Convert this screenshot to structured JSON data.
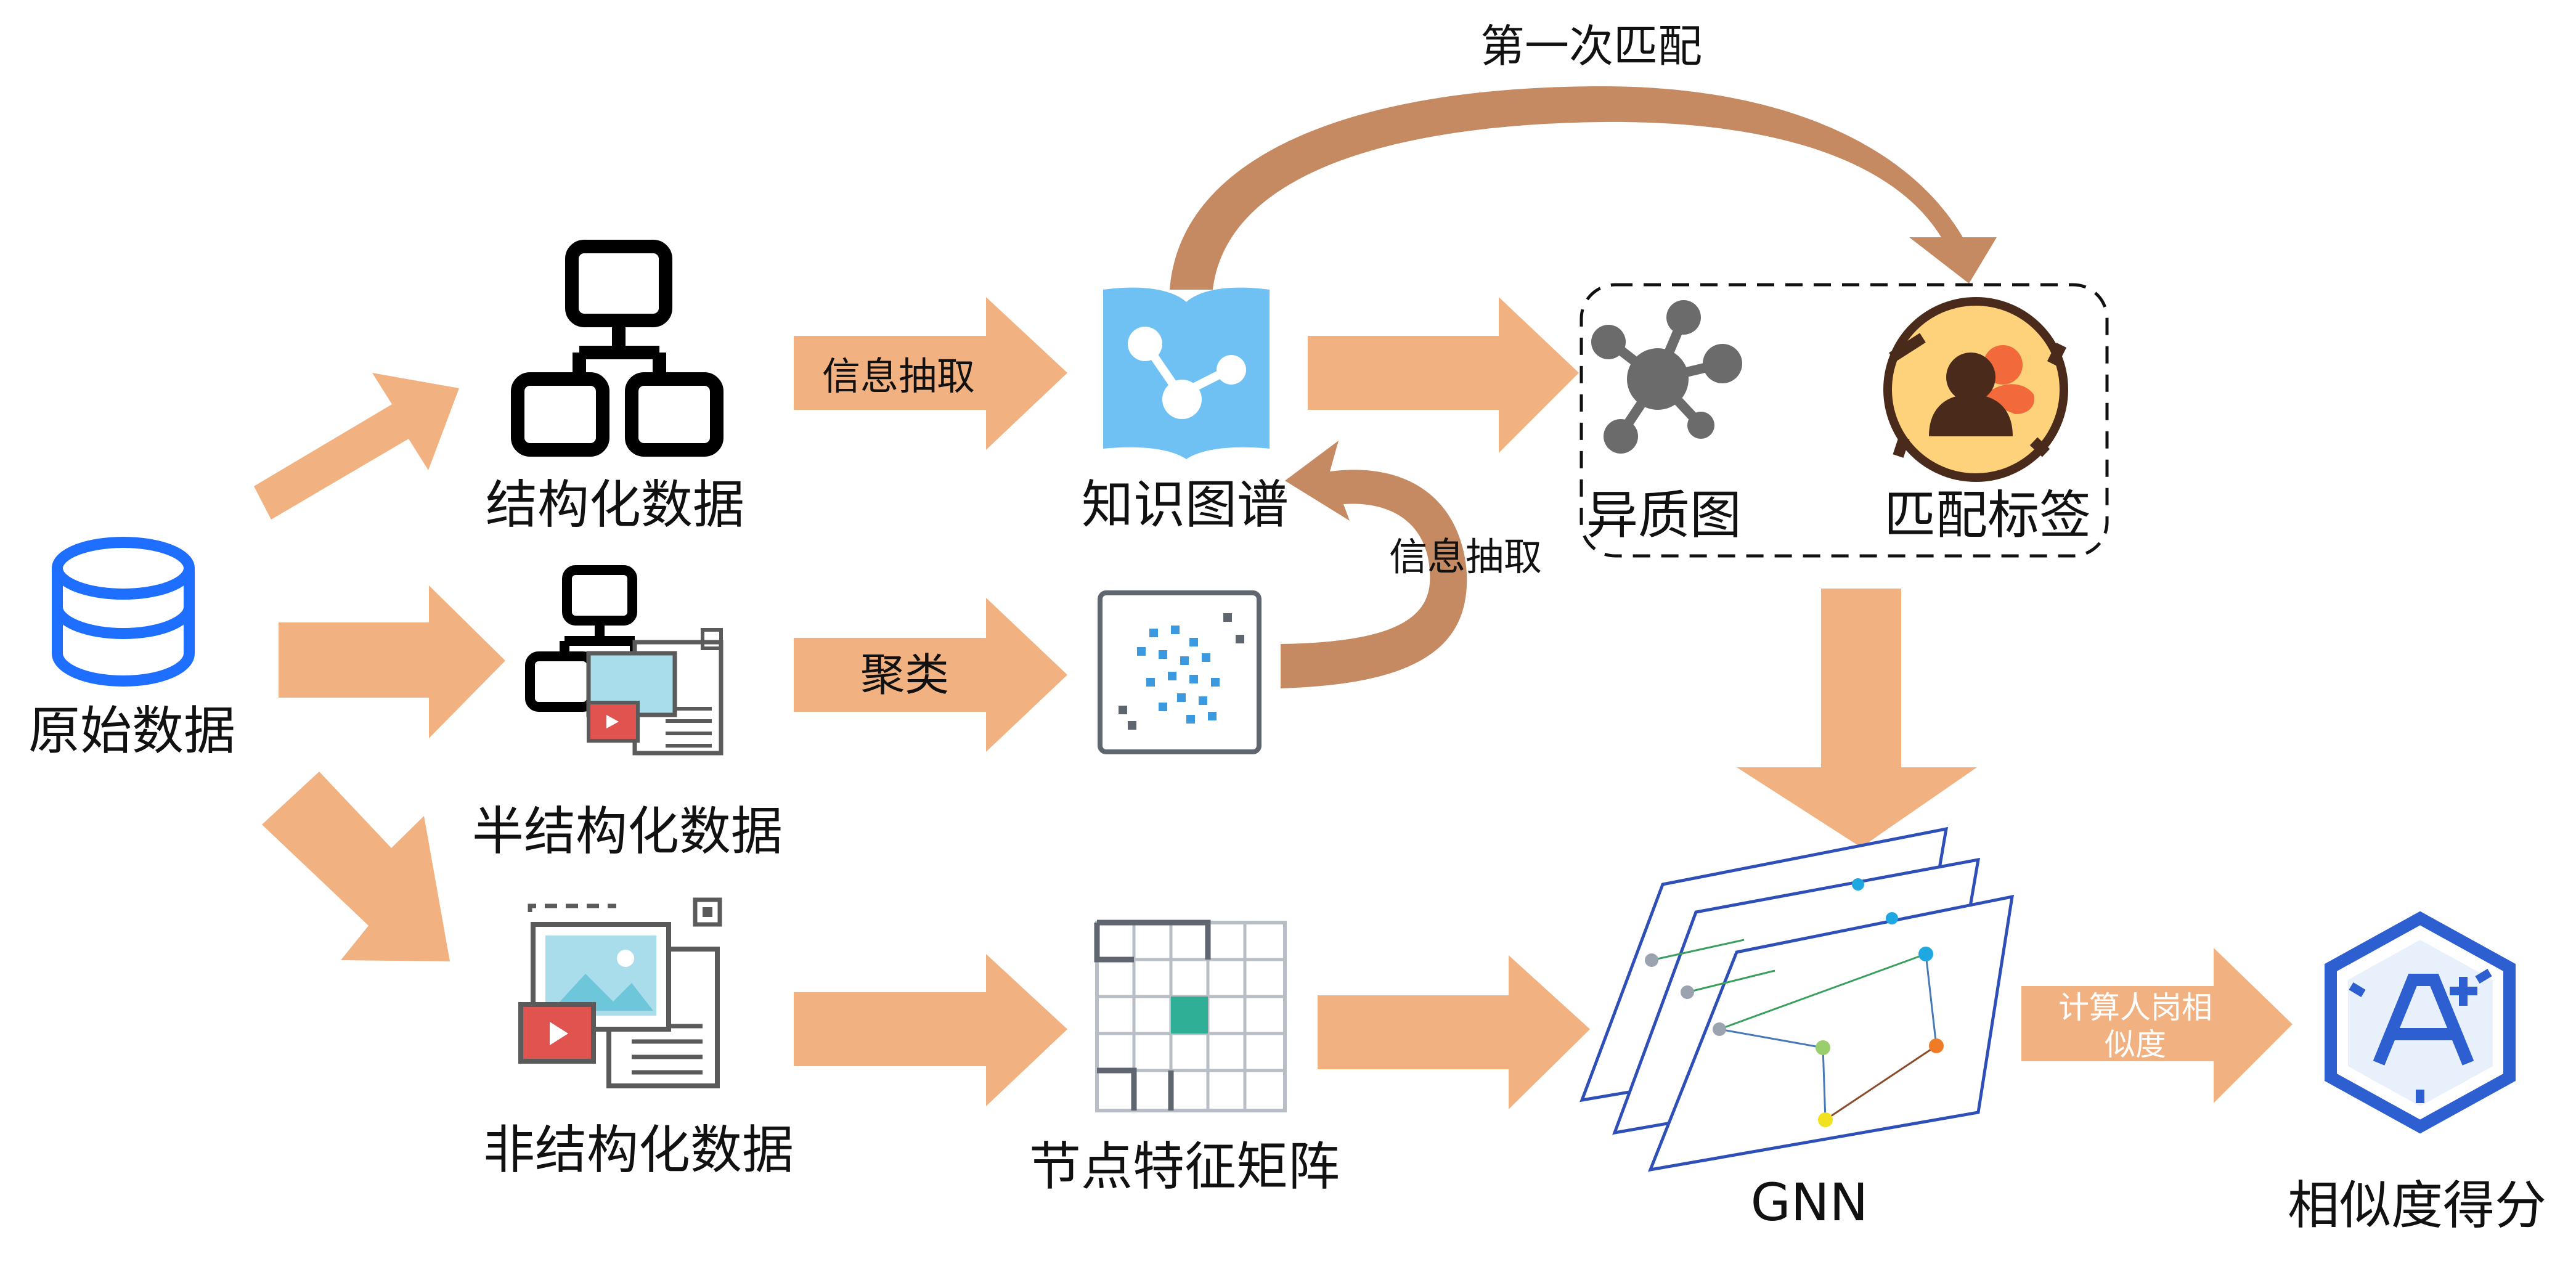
{
  "colors": {
    "arrow": "#F2B180",
    "curve_arrow": "#C58A62",
    "db_icon": "#1E6FFF",
    "kg_icon": "#6EC1F2",
    "plane_stroke": "#2E4FB8",
    "hex_icon": "#2E5FD0",
    "match_icon_bg": "#FDD27B",
    "match_icon_person": "#4A2A1A"
  },
  "nodes": {
    "raw_data": "原始数据",
    "structured": "结构化数据",
    "semi_structured": "半结构化数据",
    "unstructured": "非结构化数据",
    "knowledge_graph": "知识图谱",
    "heterogeneous_graph": "异质图",
    "match_label": "匹配标签",
    "feature_matrix": "节点特征矩阵",
    "gnn": "GNN",
    "score": "相似度得分"
  },
  "edges": {
    "info_extract_top": "信息抽取",
    "info_extract_curve": "信息抽取",
    "cluster": "聚类",
    "first_match": "第一次匹配",
    "compute_line1": "计算人岗相",
    "compute_line2": "似度"
  },
  "icons": {
    "database": "database-icon",
    "structured": "org-chart-icon",
    "semi_structured": "org-chart-with-media-icon",
    "unstructured": "media-document-icon",
    "knowledge_graph": "knowledge-graph-book-icon",
    "cluster_result": "scatter-cluster-icon",
    "heterogeneous_graph": "network-node-icon",
    "match_label": "person-match-icon",
    "feature_matrix": "grid-matrix-icon",
    "gnn": "stacked-graph-planes-icon",
    "score": "hexagon-a-plus-icon"
  }
}
